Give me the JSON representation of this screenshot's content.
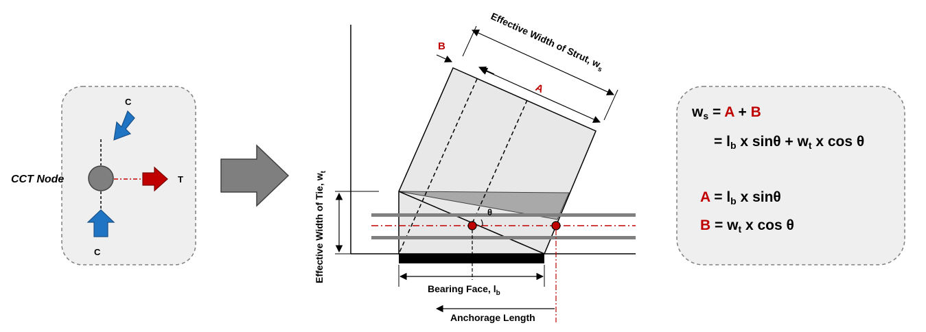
{
  "node_panel": {
    "title": "CCT Node",
    "label_c_top": "C",
    "label_c_bottom": "C",
    "label_t": "T",
    "colors": {
      "compression": "#1f74c4",
      "tension": "#c00000",
      "node": "#7f7f7f"
    }
  },
  "arrow_icon": "right-arrow-icon",
  "diagram": {
    "strut_width_label": "Effective Width of Strut, w",
    "strut_width_sub": "s",
    "a_label": "A",
    "b_label": "B",
    "theta": "θ",
    "tie_width_label": "Effective Width of Tie, w",
    "tie_width_sub": "t",
    "bearing_label": "Bearing Face, l",
    "bearing_sub": "b",
    "anchorage_label": "Anchorage Length"
  },
  "formula_panel": {
    "ws_w": "w",
    "ws_s": "s",
    "eq1_a": "A",
    "eq1_plus": "+",
    "eq1_b": "B",
    "eq2_pre": "= l",
    "eq2_b": "b",
    "eq2_mid": " x sinθ + w",
    "eq2_t": "t",
    "eq2_end": " x cos θ",
    "eq3_a": "A",
    "eq3_pre": " = l",
    "eq3_b": "b",
    "eq3_end": " x sinθ",
    "eq4_b": "B",
    "eq4_pre": " = w",
    "eq4_t": "t",
    "eq4_end": " x cos θ"
  }
}
